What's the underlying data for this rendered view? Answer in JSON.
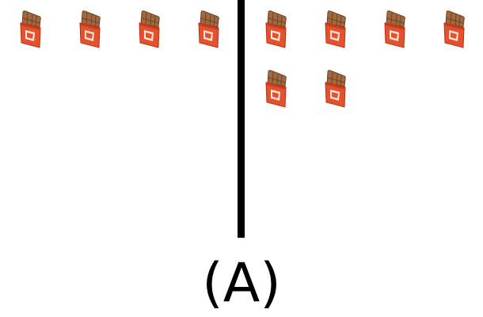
{
  "left_group": {
    "count": 4,
    "item_icon": "chocolate-bar-icon"
  },
  "right_group": {
    "count": 6,
    "item_icon": "chocolate-bar-icon"
  },
  "caption": "(A)",
  "colors": {
    "wrapper": "#e5512a",
    "wrapper_dark": "#b8321a",
    "chocolate": "#a2693f",
    "chocolate_dark": "#6e4427",
    "divider": "#000000"
  }
}
